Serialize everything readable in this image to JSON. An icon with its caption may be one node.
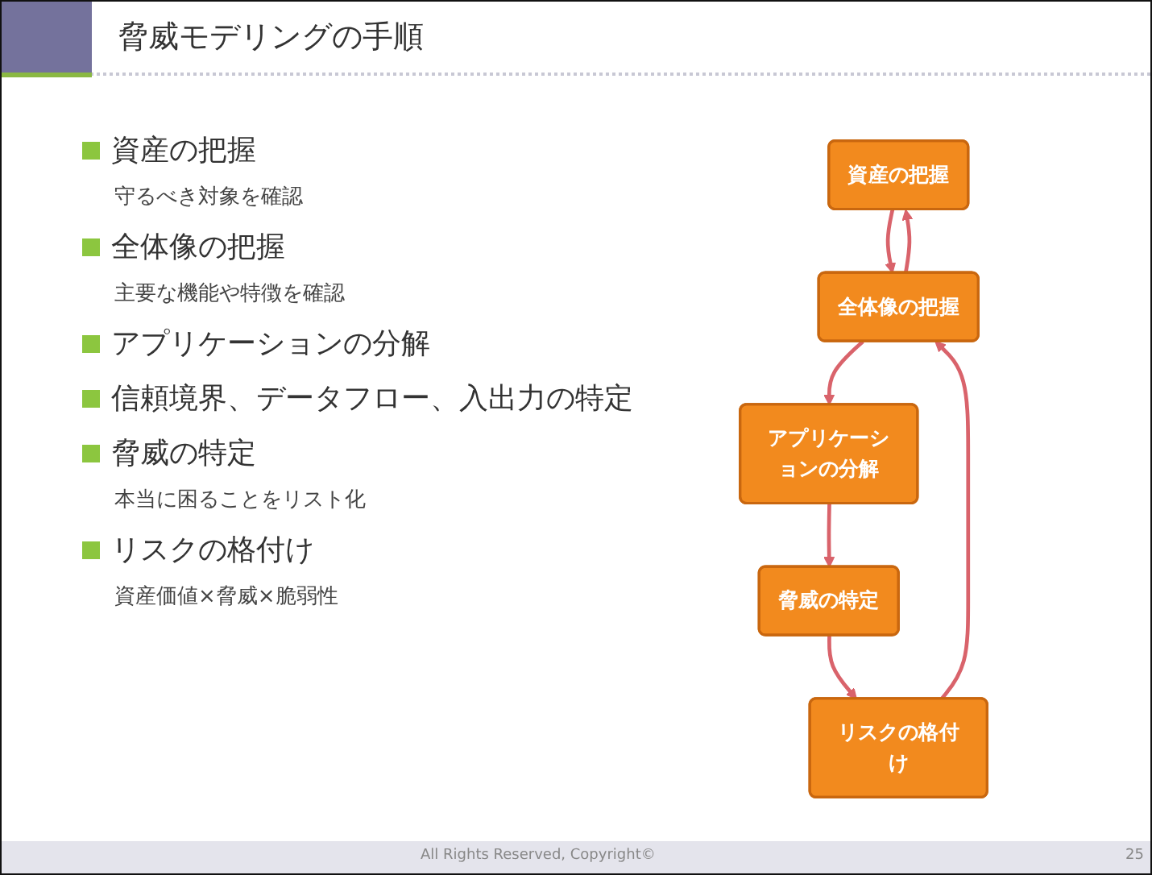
{
  "diagram": {
    "title": "脅威モデリングの手順",
    "nodes": [
      {
        "text": [
          "資産の把握"
        ]
      },
      {
        "text": [
          "全体像の把握"
        ]
      },
      {
        "text": [
          "アプリケーションの分解"
        ]
      },
      {
        "text": [
          "脅威の特定"
        ]
      },
      {
        "text": [
          "リスクの格付け"
        ]
      }
    ],
    "edges": [
      {
        "from": 1,
        "to": 0,
        "arrow": "to"
      },
      {
        "from": 0,
        "to": 1,
        "arrow": "to"
      },
      {
        "from": 1,
        "to": 2,
        "arrow": "to"
      },
      {
        "from": 2,
        "to": 3,
        "arrow": "to"
      },
      {
        "from": 3,
        "to": 4,
        "arrow": "to"
      },
      {
        "from": 4,
        "to": 1,
        "arrow": "to"
      }
    ],
    "labels": [
      "資産の把握",
      "守るべき対象を確認",
      "全体像の把握",
      "主要な機能や特徴を確認",
      "アプリケーションの分解",
      "信頼境界、データフロー、入出力の特定",
      "脅威の特定",
      "本当に困ることをリスト化",
      "リスクの格付け",
      "資産価値×脅威×脆弱性",
      "All Rights Reserved, Copyright©",
      "25"
    ]
  }
}
